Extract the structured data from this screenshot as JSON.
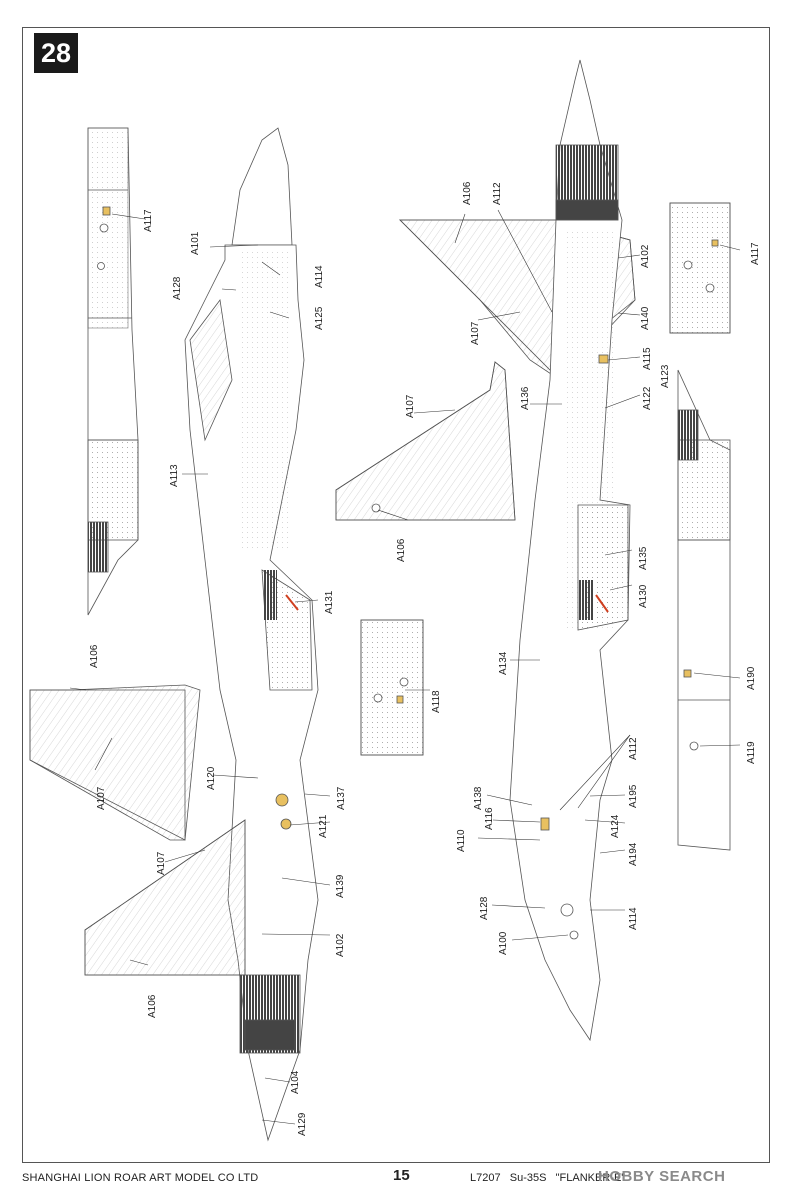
{
  "step_number": "28",
  "footer": {
    "company": "SHANGHAI LION ROAR ART MODEL CO LTD",
    "page_number": "15",
    "kit_code": "L7207",
    "model": "Su-35S",
    "name": "\"FLANKER-E\""
  },
  "watermark": "HOBBY SEARCH",
  "callouts": {
    "c_a117a": "A117",
    "c_a101": "A101",
    "c_a128a": "A128",
    "c_a114a": "A114",
    "c_a125": "A125",
    "c_a113": "A113",
    "c_a131": "A131",
    "c_a106a": "A106",
    "c_a107a": "A107",
    "c_a120": "A120",
    "c_a137": "A137",
    "c_a121": "A121",
    "c_a107b": "A107",
    "c_a139": "A139",
    "c_a102a": "A102",
    "c_a106b": "A106",
    "c_a104": "A104",
    "c_a129": "A129",
    "c_a107c": "A107",
    "c_a106c": "A106",
    "c_a118": "A118",
    "c_a106d": "A106",
    "c_a112a": "A112",
    "c_a107d": "A107",
    "c_a136": "A136",
    "c_a102b": "A102",
    "c_a140": "A140",
    "c_a115": "A115",
    "c_a122": "A122",
    "c_a123": "A123",
    "c_a117b": "A117",
    "c_a135": "A135",
    "c_a130": "A130",
    "c_a134": "A134",
    "c_a112b": "A112",
    "c_a138": "A138",
    "c_a116": "A116",
    "c_a110": "A110",
    "c_a195": "A195",
    "c_a124": "A124",
    "c_a194": "A194",
    "c_a128b": "A128",
    "c_a100": "A100",
    "c_a114b": "A114",
    "c_a190": "A190",
    "c_a119": "A119"
  }
}
